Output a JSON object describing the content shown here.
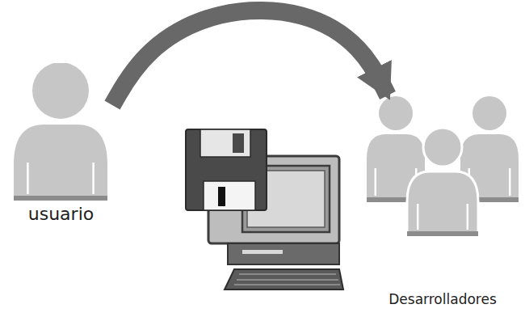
{
  "diagram": {
    "nodes": [
      {
        "text": [
          "usuario"
        ]
      },
      {
        "text": [
          "Desarrolladores"
        ]
      }
    ],
    "edges": [
      {
        "from": 0,
        "to": 1,
        "arrow": "to"
      }
    ]
  }
}
